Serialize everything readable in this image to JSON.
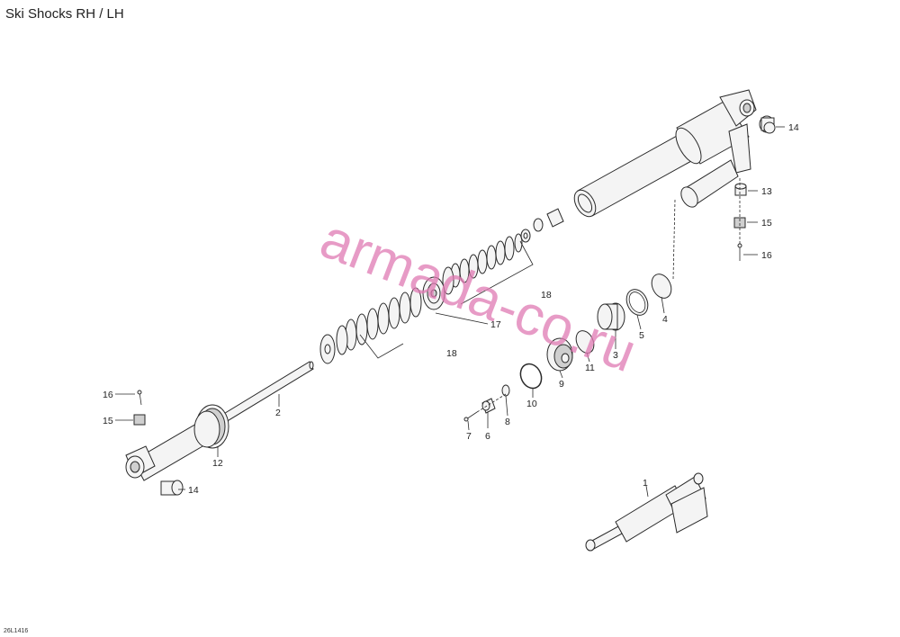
{
  "title": "Ski Shocks RH / LH",
  "drawing_code": "26L1416",
  "watermark": "armada-co.ru",
  "callouts": {
    "c1": "1",
    "c2": "2",
    "c3": "3",
    "c4": "4",
    "c5": "5",
    "c6": "6",
    "c7": "7",
    "c8": "8",
    "c9": "9",
    "c10": "10",
    "c11": "11",
    "c12": "12",
    "c13": "13",
    "c14a": "14",
    "c14b": "14",
    "c15a": "15",
    "c15b": "15",
    "c16a": "16",
    "c16b": "16",
    "c17": "17",
    "c18a": "18",
    "c18b": "18"
  }
}
